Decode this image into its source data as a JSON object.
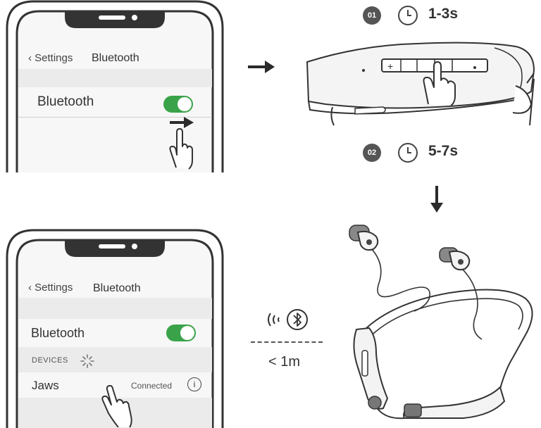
{
  "phone1": {
    "back_label": "Settings",
    "nav_title": "Bluetooth",
    "row_label": "Bluetooth"
  },
  "phone2": {
    "back_label": "Settings",
    "nav_title": "Bluetooth",
    "row_label": "Bluetooth",
    "devices_header": "DEVICES",
    "device_name": "Jaws",
    "device_status": "Connected",
    "info_glyph": "i"
  },
  "steps": [
    {
      "badge": "01",
      "duration": "1-3s"
    },
    {
      "badge": "02",
      "duration": "5-7s"
    }
  ],
  "distance_label": "< 1m",
  "icons": {
    "toggle_color": "#3aa349",
    "badge_color": "#555555",
    "arrow_color": "#2b2b2b",
    "bluetooth_symbol": "bluetooth-icon",
    "signal_symbol": "signal-waves-icon"
  }
}
